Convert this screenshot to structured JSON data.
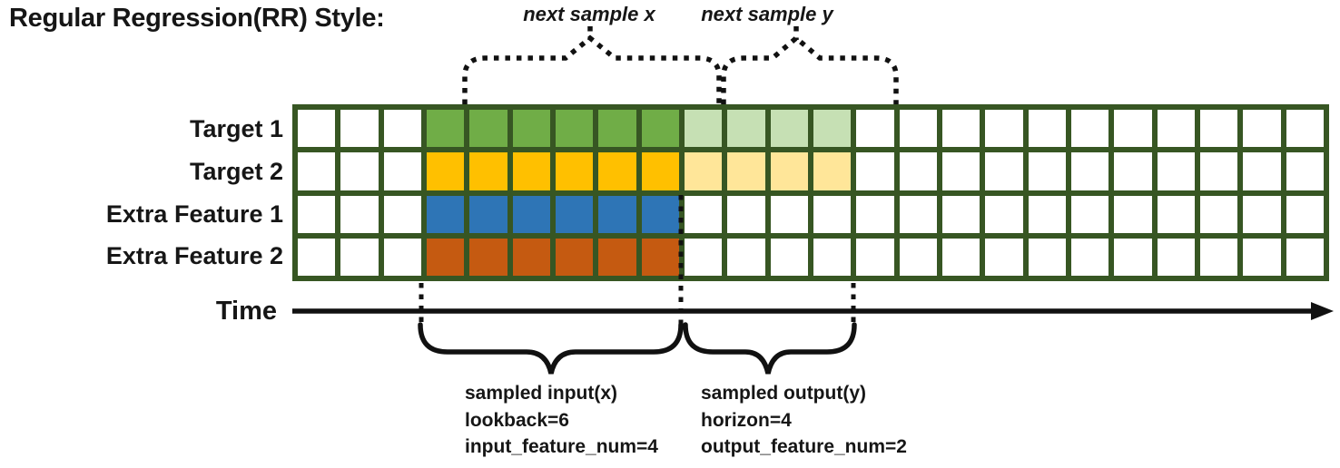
{
  "title": "Regular Regression(RR) Style:",
  "top_annotations": {
    "next_sample_x": "next sample x",
    "next_sample_y": "next sample y"
  },
  "time_axis": {
    "label": "Time"
  },
  "colors": {
    "grid_line": "#375623",
    "cell_empty": "#ffffff",
    "stroke": "#111111"
  },
  "grid": {
    "columns": 24,
    "rows": 4,
    "input_start_col": 4,
    "input_num_cols": 6,
    "output_start_col": 10,
    "output_num_cols": 4
  },
  "rows": [
    {
      "label": "Target 1",
      "input_color": "#70AD47",
      "output_color": "#C6E0B4"
    },
    {
      "label": "Target 2",
      "input_color": "#FFC000",
      "output_color": "#FFE699"
    },
    {
      "label": "Extra Feature 1",
      "input_color": "#2E75B6",
      "output_color": null
    },
    {
      "label": "Extra Feature 2",
      "input_color": "#C55A11",
      "output_color": null
    }
  ],
  "bottom_annotations": {
    "input": {
      "line1": "sampled input(x)",
      "line2": "lookback=6",
      "line3": "input_feature_num=4"
    },
    "output": {
      "line1": "sampled output(y)",
      "line2": "horizon=4",
      "line3": "output_feature_num=2"
    }
  }
}
